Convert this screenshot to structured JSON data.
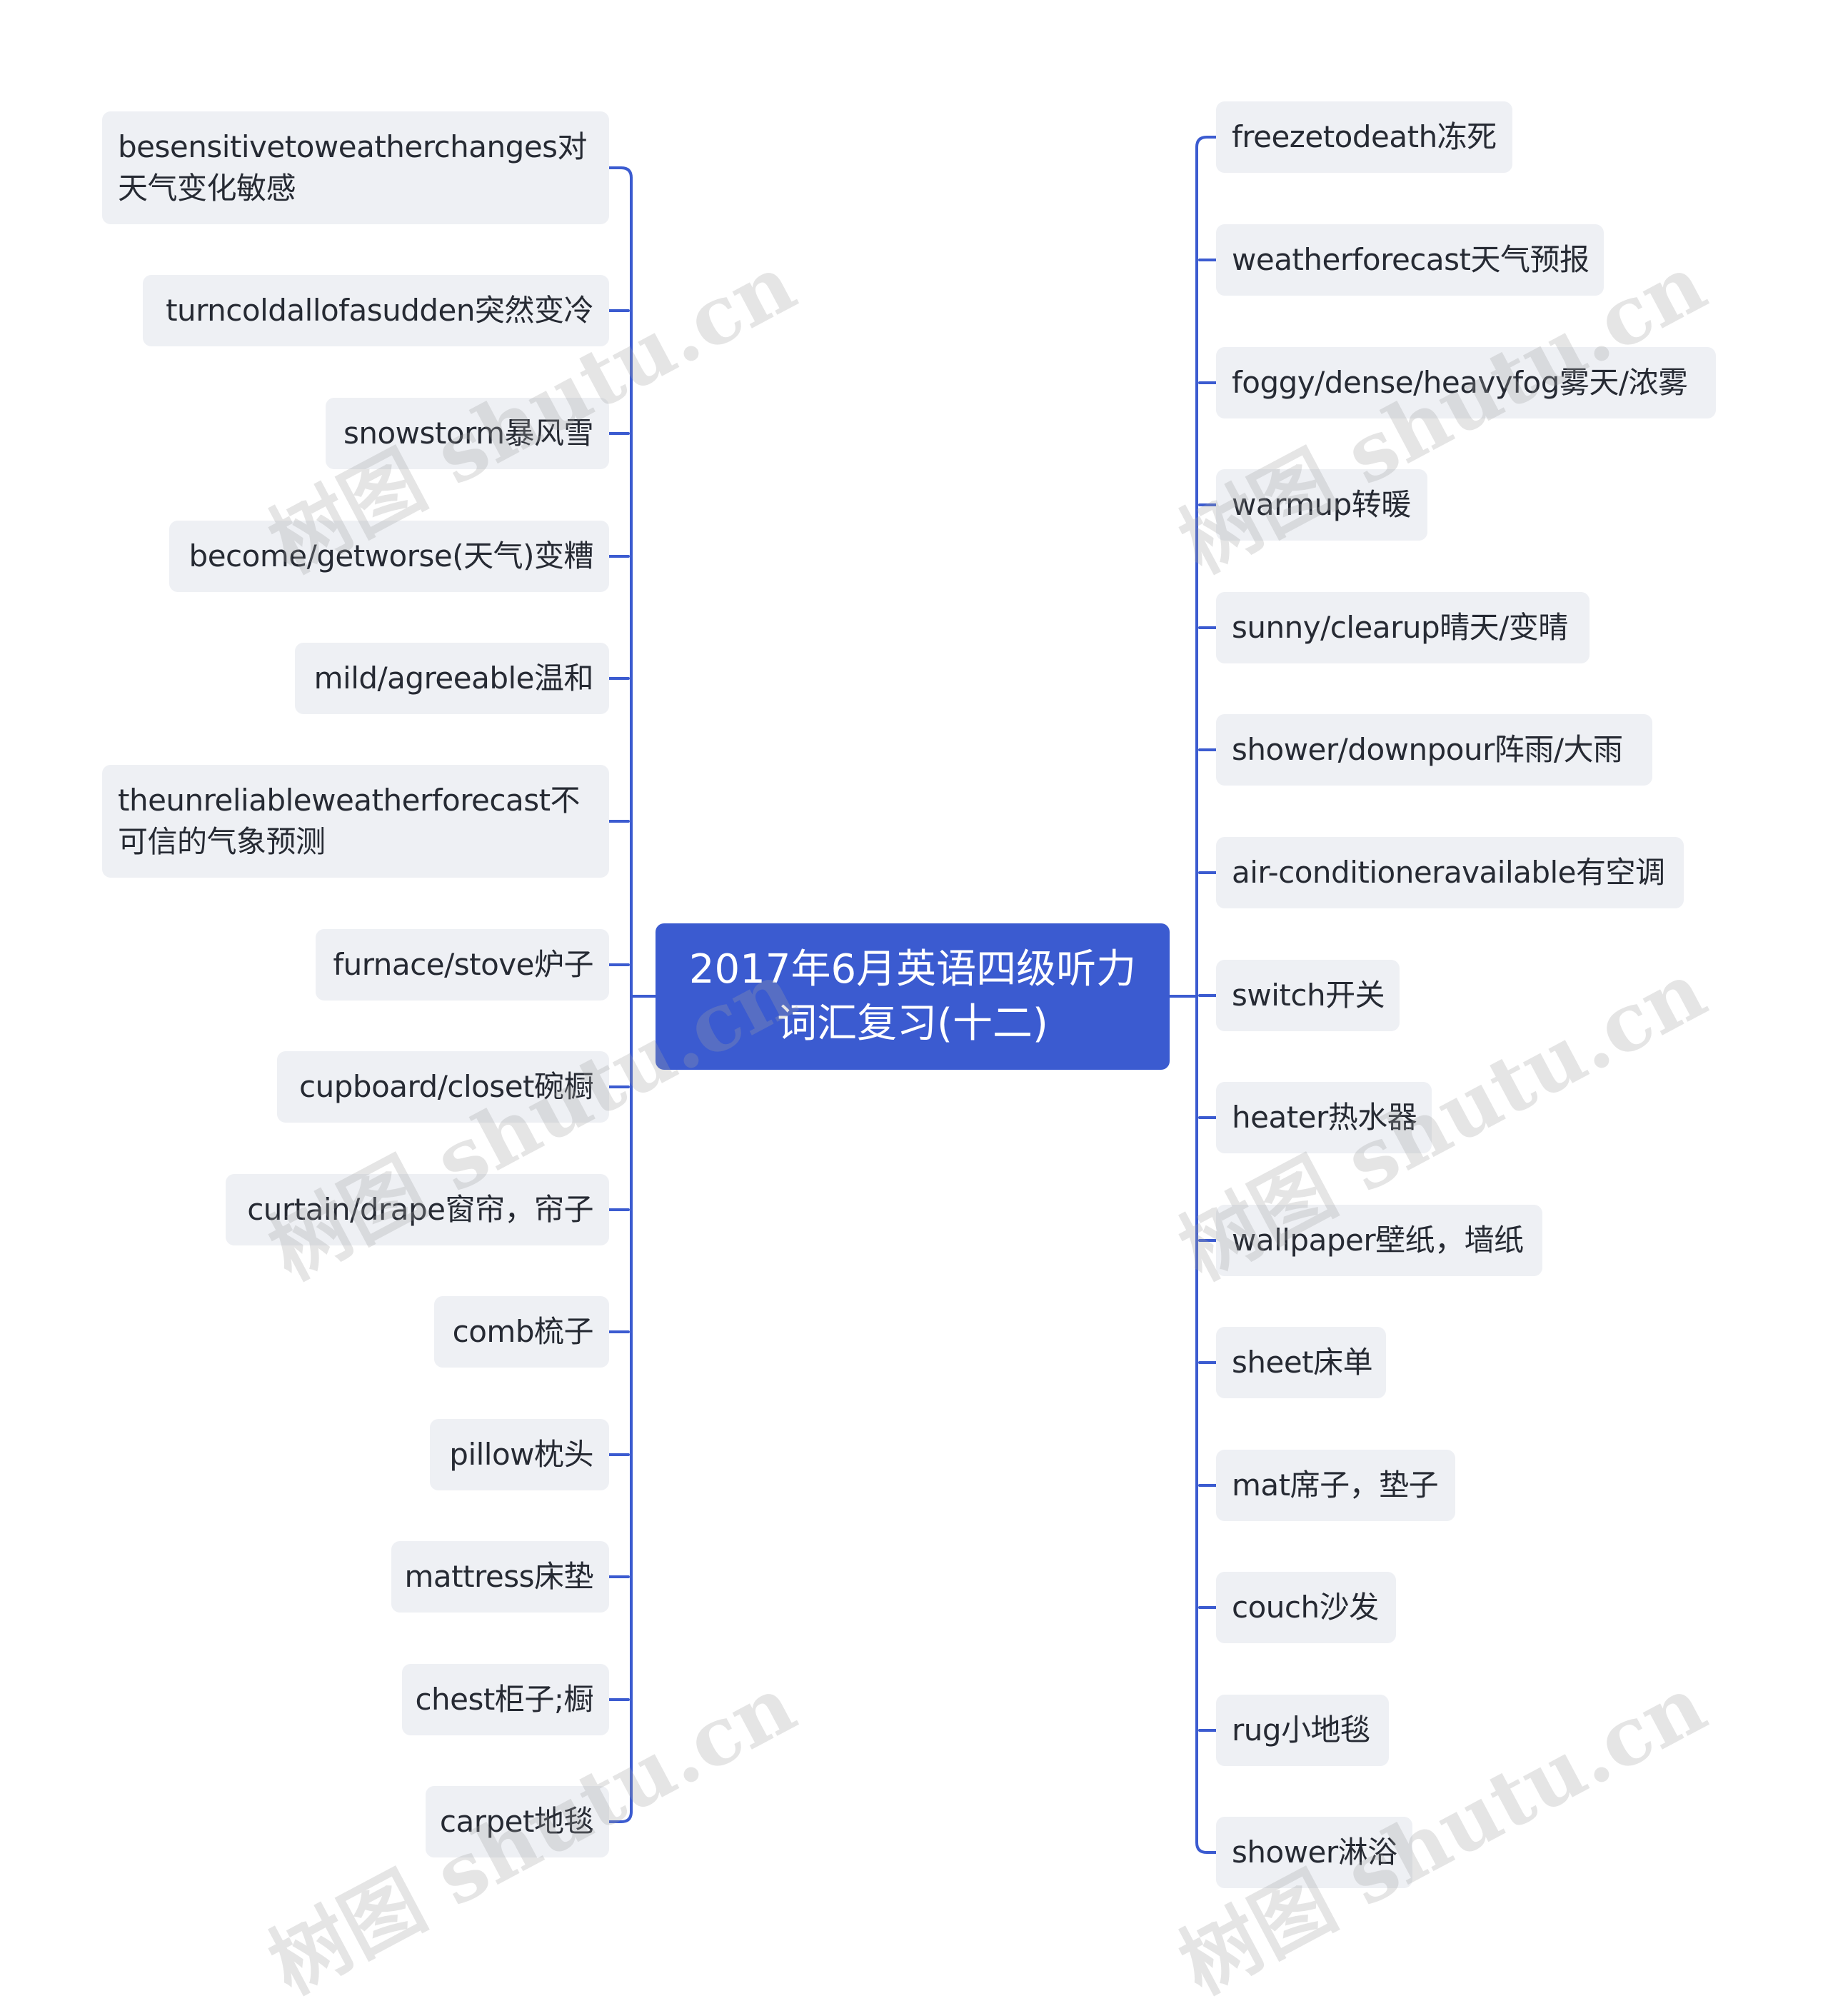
{
  "center": {
    "line1": "2017年6月英语四级听力",
    "line2": "词汇复习(十二)"
  },
  "left_items": [
    "besensitivetoweatherchanges对天气变化敏感",
    "turncoldallofasudden突然变冷",
    "snowstorm暴风雪",
    "become/getworse(天气)变糟",
    "mild/agreeable温和",
    "theunreliableweatherforecast不可信的气象预测",
    "furnace/stove炉子",
    "cupboard/closet碗橱",
    "curtain/drape窗帘，帘子",
    "comb梳子",
    "pillow枕头",
    "mattress床垫",
    "chest柜子;橱",
    "carpet地毯"
  ],
  "right_items": [
    "freezetodeath冻死",
    "weatherforecast天气预报",
    "foggy/dense/heavyfog雾天/浓雾",
    "warmup转暖",
    "sunny/clearup晴天/变晴",
    "shower/downpour阵雨/大雨",
    "air-conditioneravailable有空调",
    "switch开关",
    "heater热水器",
    "wallpaper壁纸，墙纸",
    "sheet床单",
    "mat席子，垫子",
    "couch沙发",
    "rug小地毯",
    "shower淋浴"
  ],
  "watermark": "树图 shutu.cn",
  "colors": {
    "center_bg": "#3b5bd0",
    "node_bg": "#eef0f4",
    "line": "#3b5bd0",
    "text": "#262a33"
  }
}
